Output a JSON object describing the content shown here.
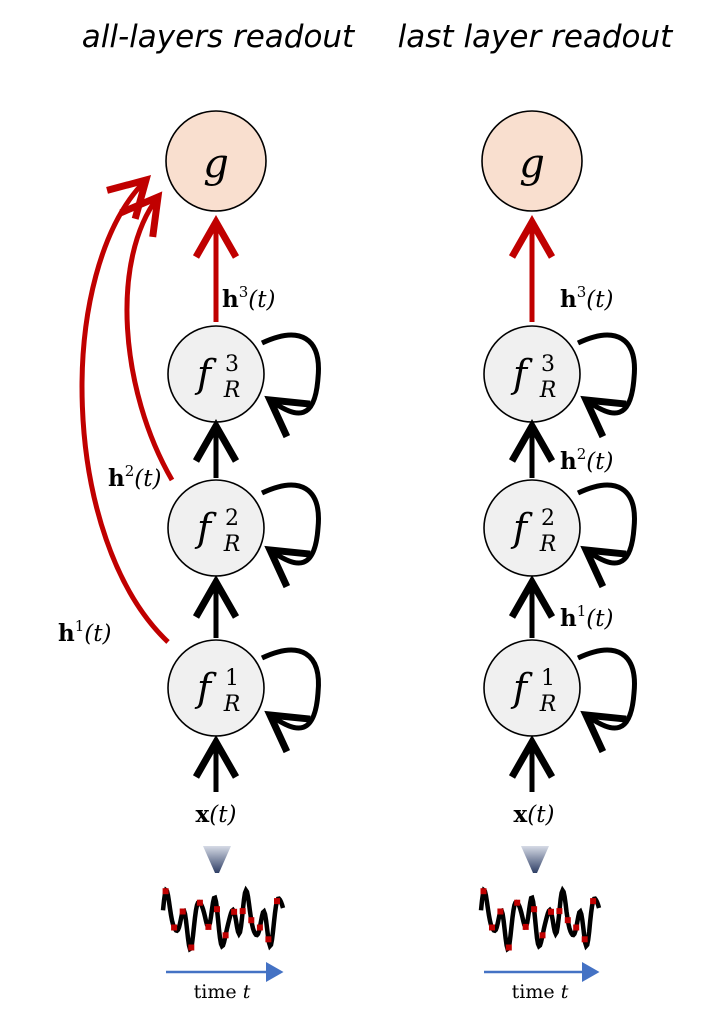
{
  "panels": [
    {
      "title": "all-layers readout",
      "readout_node": "g",
      "reservoir_nodes": [
        {
          "base": "f",
          "sub": "R",
          "sup": "3"
        },
        {
          "base": "f",
          "sub": "R",
          "sup": "2"
        },
        {
          "base": "f",
          "sub": "R",
          "sup": "1"
        }
      ],
      "state_labels": [
        {
          "bold": "h",
          "sup": "3",
          "arg": "(t)"
        },
        {
          "bold": "h",
          "sup": "2",
          "arg": "(t)"
        },
        {
          "bold": "h",
          "sup": "1",
          "arg": "(t)"
        }
      ],
      "input_label": {
        "bold": "x",
        "arg": "(t)"
      },
      "time_label": {
        "text": "time ",
        "var": "t"
      }
    },
    {
      "title": "last layer readout",
      "readout_node": "g",
      "reservoir_nodes": [
        {
          "base": "f",
          "sub": "R",
          "sup": "3"
        },
        {
          "base": "f",
          "sub": "R",
          "sup": "2"
        },
        {
          "base": "f",
          "sub": "R",
          "sup": "1"
        }
      ],
      "state_labels": [
        {
          "bold": "h",
          "sup": "3",
          "arg": "(t)"
        },
        {
          "bold": "h",
          "sup": "2",
          "arg": "(t)"
        },
        {
          "bold": "h",
          "sup": "1",
          "arg": "(t)"
        }
      ],
      "input_label": {
        "bold": "x",
        "arg": "(t)"
      },
      "time_label": {
        "text": "time ",
        "var": "t"
      }
    }
  ],
  "colors": {
    "readout_fill": "#f9dfcf",
    "node_fill": "#f0f0f0",
    "readout_arrow": "#c00000",
    "arrow": "#000000",
    "time_arrow": "#4472c4",
    "sample_marker": "#c00000"
  }
}
